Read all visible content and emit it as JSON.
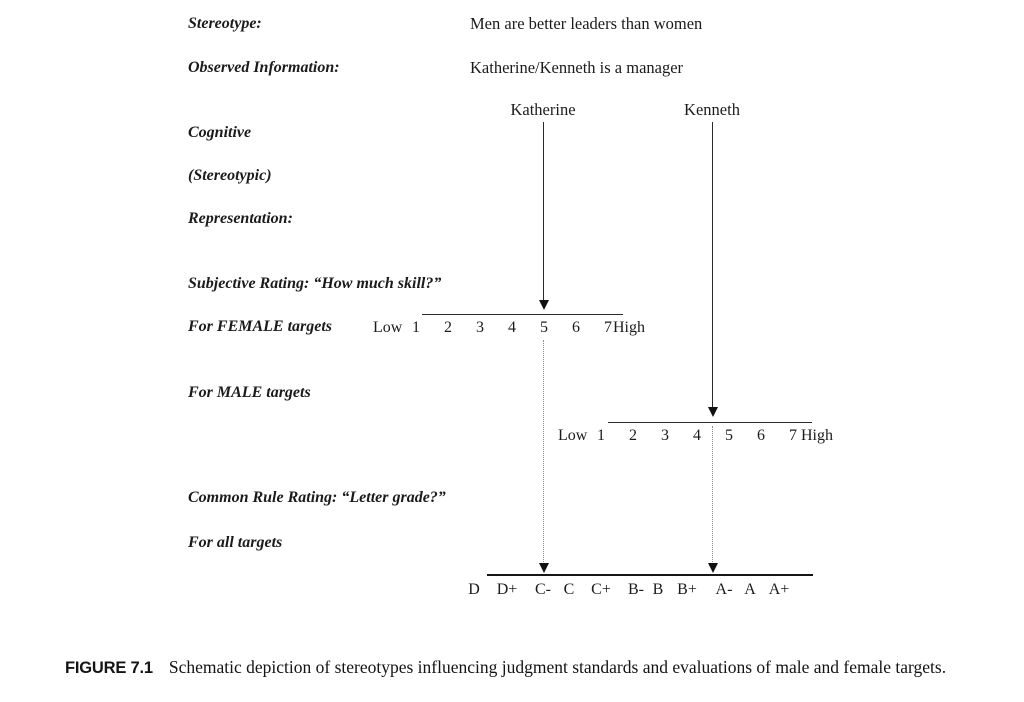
{
  "figure": {
    "stereotype": {
      "label": "Stereotype:",
      "value": "Men are better leaders than women"
    },
    "observed_information": {
      "label": "Observed Information:",
      "value": "Katherine/Kenneth is a manager"
    },
    "cognitive_representation": {
      "label_lines": [
        "Cognitive",
        "(Stereotypic)",
        "Representation:"
      ],
      "female_target": "Katherine",
      "male_target": "Kenneth"
    },
    "subjective_rating": {
      "label_line1": "Subjective Rating: “How much skill?”",
      "label_line2": "For FEMALE targets"
    },
    "male_targets_label": "For MALE targets",
    "common_rule_label": "Common Rule Rating: “Letter grade?”",
    "all_targets_label": "For all targets",
    "female_scale": {
      "low": "Low",
      "high": "High",
      "ticks": [
        "1",
        "2",
        "3",
        "4",
        "5",
        "6",
        "7"
      ],
      "katherine_arrow_points_at": "5"
    },
    "male_scale": {
      "low": "Low",
      "high": "High",
      "ticks": [
        "1",
        "2",
        "3",
        "4",
        "5",
        "6",
        "7"
      ],
      "kenneth_arrow_points_between": "4 and 5"
    },
    "grade_scale": {
      "ticks": [
        "D",
        "D+",
        "C-",
        "C",
        "C+",
        "B-",
        "B",
        "B+",
        "A-",
        "A",
        "A+"
      ],
      "female_dotted_arrow_points_at": "C-",
      "male_dotted_arrow_points_at": "A-"
    }
  },
  "caption": {
    "label": "FIGURE 7.1",
    "text": "Schematic depiction of stereotypes influencing judgment standards and evaluations of male and female targets."
  }
}
